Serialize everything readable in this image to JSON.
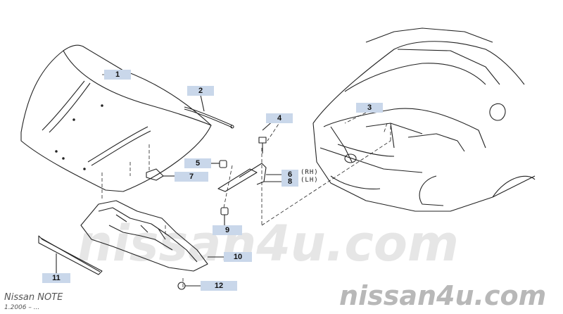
{
  "model": "Nissan NOTE",
  "period": "1.2006 – ...",
  "watermark_center": "nissan4u.com",
  "watermark_corner": "nissan4u.com",
  "labels": {
    "p1": "1",
    "p2": "2",
    "p3": "3",
    "p4": "4",
    "p5": "5",
    "p6": "6",
    "p7": "7",
    "p8": "8",
    "p9": "9",
    "p10": "10",
    "p11": "11",
    "p12": "12"
  },
  "side_rh": "(RH)",
  "side_lh": "(LH)",
  "colors": {
    "label_bg": "#c9d7ea",
    "line": "#222222",
    "watermark": "#b8b8b8"
  },
  "icons": [
    "hood-part",
    "hood-stay-rod",
    "bolt",
    "hinge",
    "insulator-panel",
    "seal-strip",
    "clip",
    "car-outline"
  ]
}
